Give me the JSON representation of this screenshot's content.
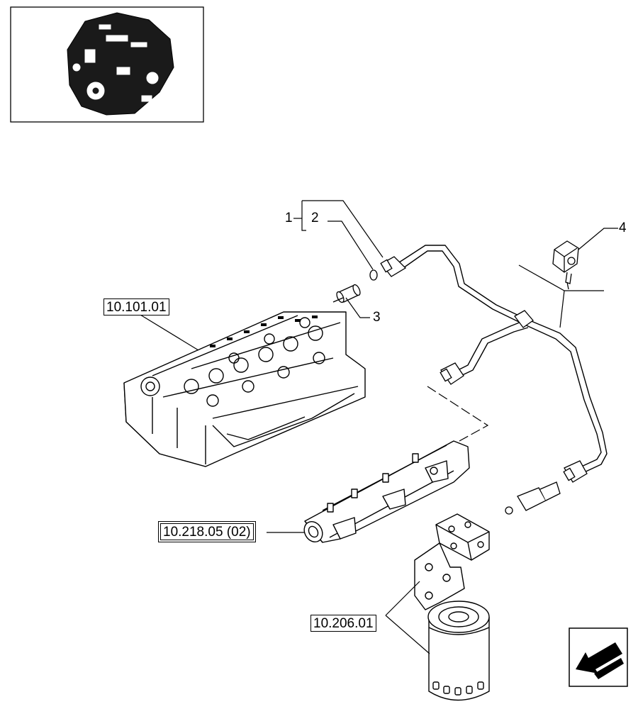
{
  "callouts": {
    "item_1": "1",
    "item_2": "2",
    "item_3": "3",
    "item_4": "4"
  },
  "references": {
    "cylinder_head": "10.101.01",
    "fuel_rail": "10.218.05 (02)",
    "fuel_filter": "10.206.01"
  },
  "icons": {
    "thumbnail": "engine-thumbnail-icon",
    "navigation": "back-arrow-icon"
  },
  "colors": {
    "line": "#000000",
    "background": "#ffffff"
  }
}
